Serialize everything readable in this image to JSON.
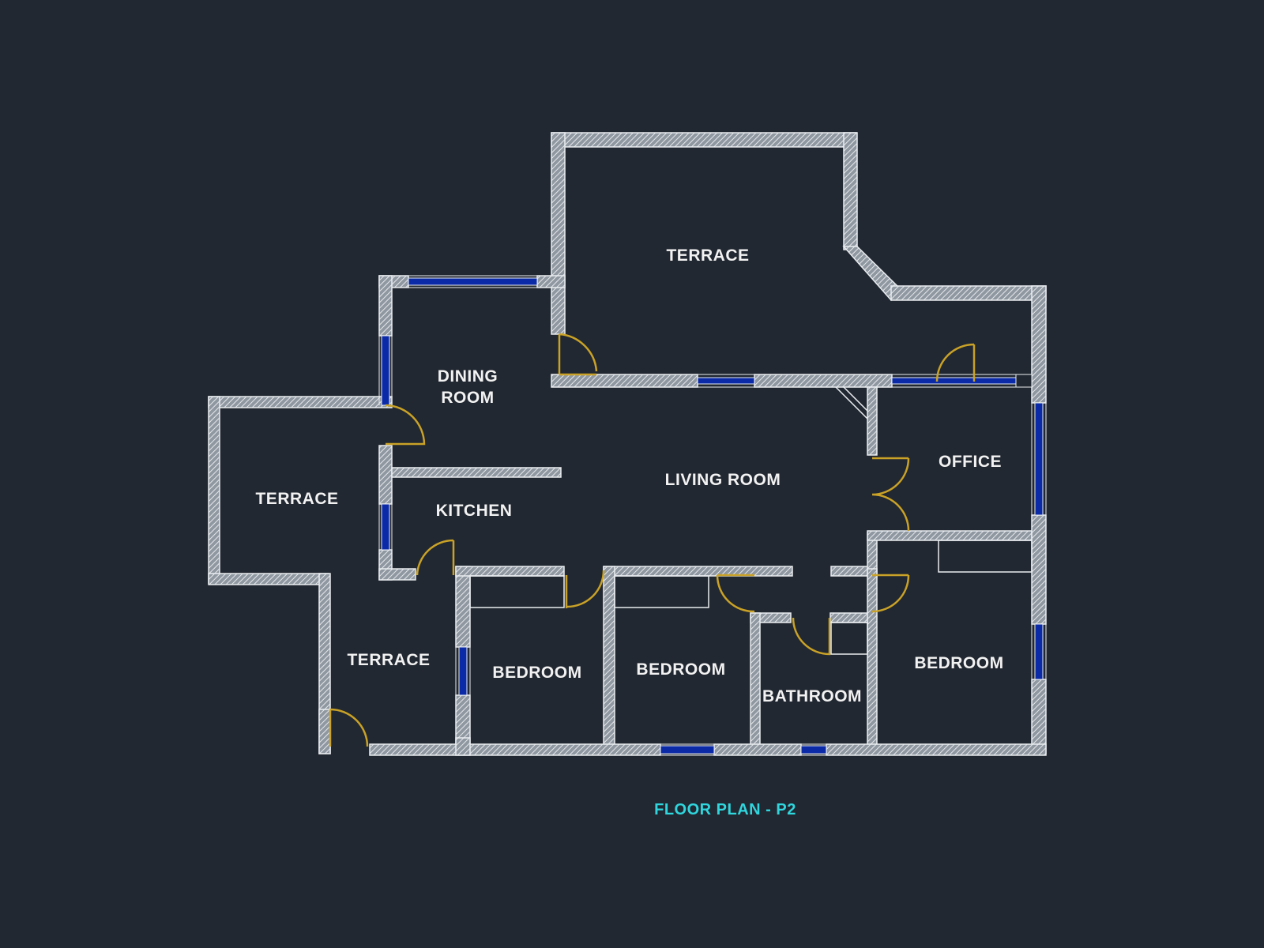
{
  "drawing": {
    "title": "FLOOR PLAN - P2",
    "colors": {
      "background": "#222831",
      "wall_fill": "#8f97a0",
      "wall_outline": "#e9edf1",
      "window": "#0b2aa8",
      "door": "#c9a227",
      "label": "#f2f2f2",
      "title": "#2fd6de"
    }
  },
  "rooms": {
    "terrace_north": "TERRACE",
    "dining_room_line1": "DINING",
    "dining_room_line2": "ROOM",
    "terrace_west": "TERRACE",
    "living_room": "LIVING ROOM",
    "office": "OFFICE",
    "kitchen": "KITCHEN",
    "terrace_south": "TERRACE",
    "bedroom_1": "BEDROOM",
    "bedroom_2": "BEDROOM",
    "bathroom": "BATHROOM",
    "bedroom_3": "BEDROOM"
  }
}
